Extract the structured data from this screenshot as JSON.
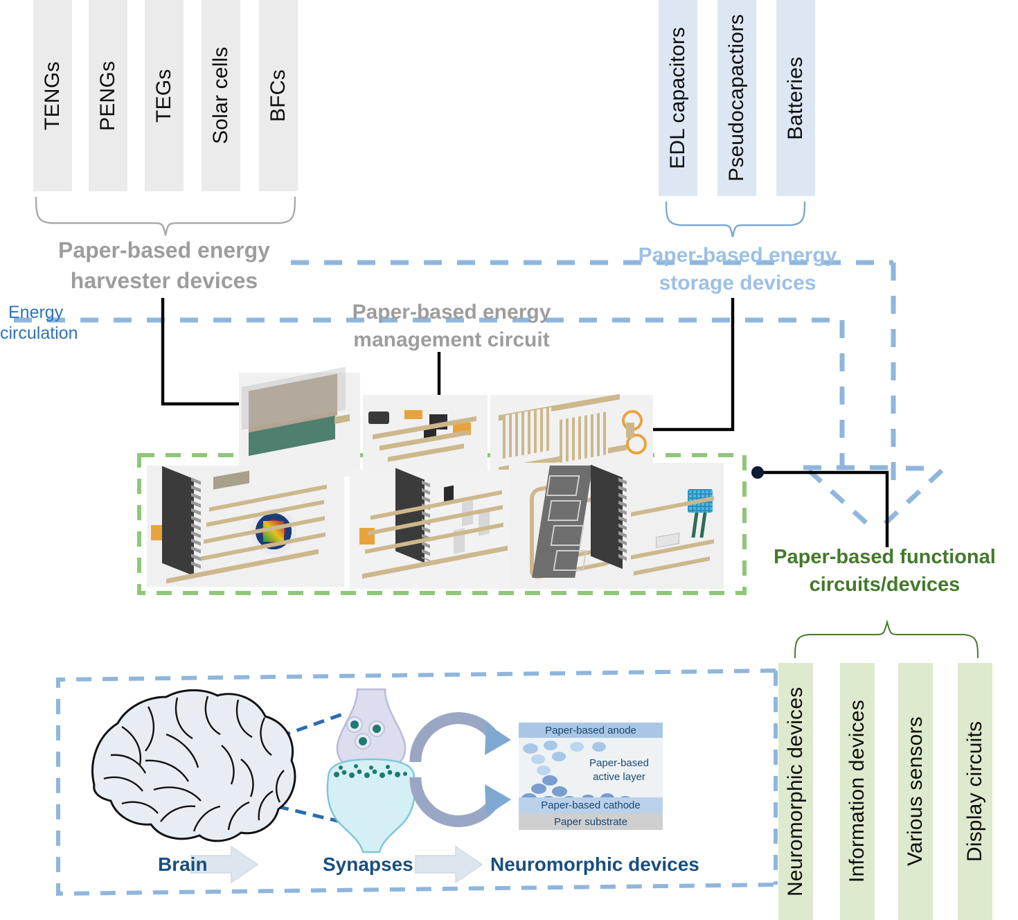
{
  "title": "Paper-based energy and functional device ecosystem schematic",
  "harvester_devices": [
    {
      "label": "TENGs"
    },
    {
      "label": "PENGs"
    },
    {
      "label": "TEGs"
    },
    {
      "label": "Solar cells"
    },
    {
      "label": "BFCs"
    }
  ],
  "storage_devices": [
    {
      "label": "EDL capacitors"
    },
    {
      "label": "Pseudocapactiors"
    },
    {
      "label": "Batteries"
    }
  ],
  "functional_devices": [
    {
      "label": "Neuromorphic devices"
    },
    {
      "label": "Information devices"
    },
    {
      "label": "Various sensors"
    },
    {
      "label": "Display circuits"
    }
  ],
  "headings": {
    "harvester": "Paper-based energy\nharvester devices",
    "harvester_line1": "Paper-based energy",
    "harvester_line2": "harvester devices",
    "management_line1": "Paper-based energy",
    "management_line2": "management circuit",
    "storage_line1": "Paper-based energy",
    "storage_line2": "storage devices",
    "functional_line1": "Paper-based functional",
    "functional_line2": "circuits/devices",
    "energy_circulation_line1": "Energy",
    "energy_circulation_line2": "circulation"
  },
  "neuromorphic_flow": {
    "step1": "Brain",
    "step2": "Synapses",
    "step3": "Neuromorphic devices"
  },
  "device_stack": {
    "anode": "Paper-based anode",
    "active_line1": "Paper-based",
    "active_line2": "active layer",
    "cathode": "Paper-based cathode",
    "substrate": "Paper substrate"
  },
  "colors": {
    "harvester_gray": "#9d9d9d",
    "storage_blue": "#9cc0e4",
    "functional_green": "#44792b",
    "energy_circulation_blue": "#2f72b8",
    "dashed_blue": "#8fb6dd",
    "dashed_green": "#8ec77a",
    "label_gray_bg": "#ebebeb",
    "label_blue_bg": "#dce7f3",
    "label_green_bg": "#ddeacd"
  }
}
